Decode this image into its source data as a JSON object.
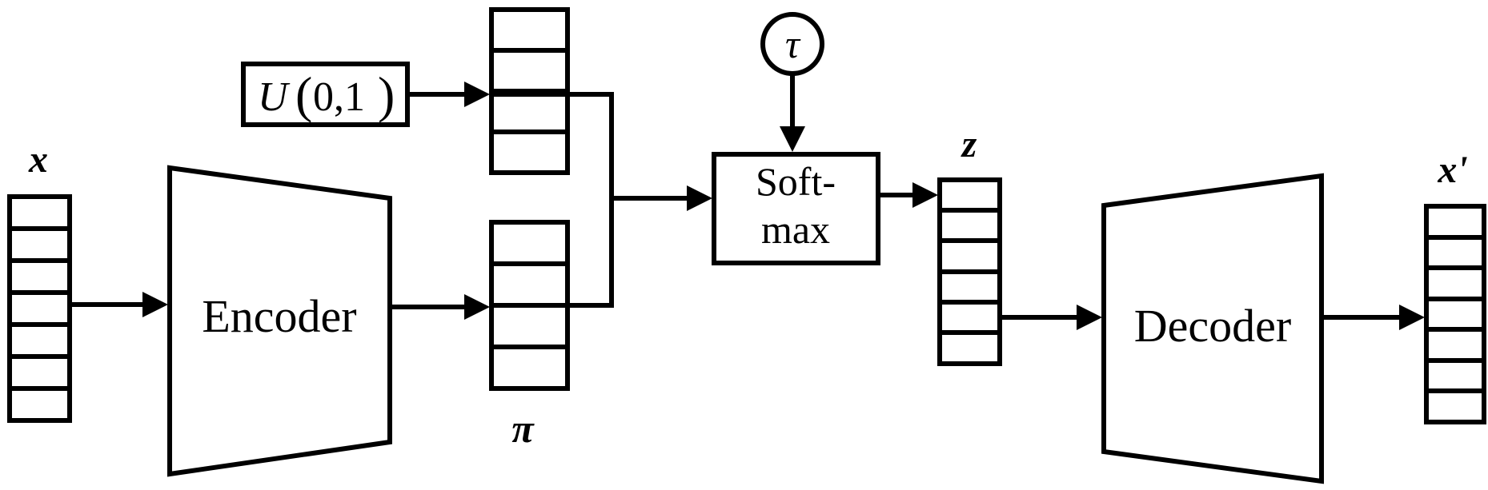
{
  "labels": {
    "input_var": "x",
    "encoder": "Encoder",
    "logits_var": "π",
    "noise_u": "U",
    "noise_args": "0,1",
    "tau": "τ",
    "softmax_line1": "Soft-",
    "softmax_line2": "max",
    "latent_var": "z",
    "decoder": "Decoder",
    "output_var": "x'"
  }
}
